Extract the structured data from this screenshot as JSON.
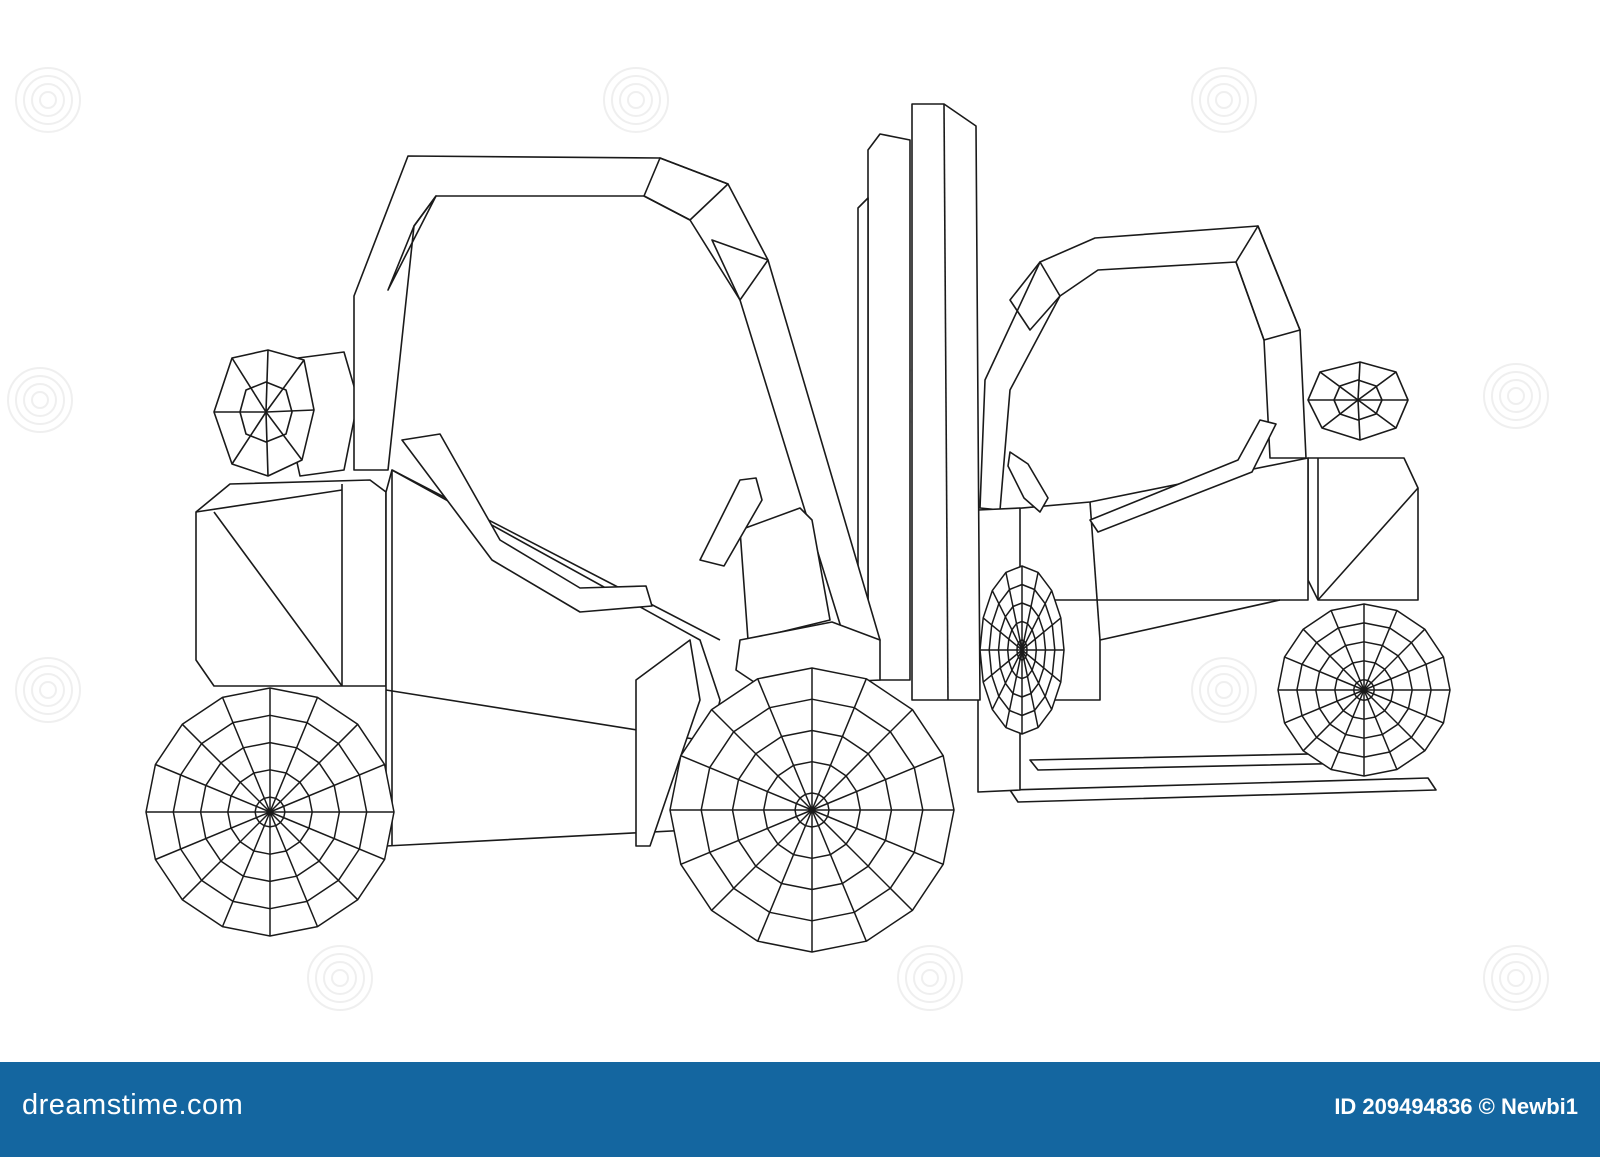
{
  "watermark": {
    "brand": "dreamstime",
    "icon": "spiral-watermark-icon"
  },
  "illustration": {
    "stroke_color": "#1a1a1a",
    "background_color": "#ffffff",
    "subjects": [
      "wireframe-forklift-large",
      "wireframe-forklift-small"
    ]
  },
  "footer": {
    "background_color": "#1466a0",
    "logo_text": "dreamstime.com",
    "credit_text": "ID 209494836 © Newbi1",
    "text_color": "#ffffff"
  }
}
